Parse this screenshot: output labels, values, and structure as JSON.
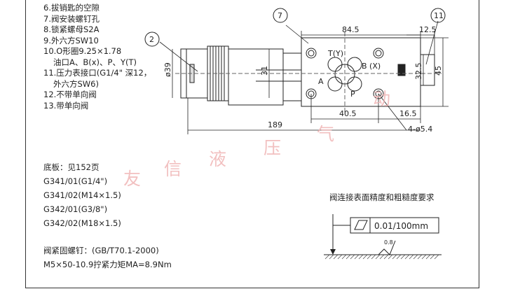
{
  "legend": [
    "6.拔销匙的空隙",
    "7.阀安装螺钉孔",
    "8.锁紧螺母S2A",
    "9.外六方SW10",
    "10.O形圈9.25×1.78",
    "油口A、B(x)、P、Y(T)",
    "11.压力表接口(G1/4\" 深12，",
    "外六方SW6)",
    "12.不带单向阀",
    "13.带单向阀"
  ],
  "baseplate": {
    "title": "底板：见152页",
    "items": [
      "G341/01(G1/4\")",
      "G341/02(M14×1.5)",
      "G342/01(G3/8\")",
      "G342/02(M18×1.5)"
    ]
  },
  "fastener": {
    "title": "阀紧固螺钉：(GB/T70.1-2000)",
    "spec": "M5×50-10.9拧紧力矩MA=8.9Nm"
  },
  "surface": {
    "title": "阀连接表面精度和粗糙度要求",
    "flatness": "0.01/100mm",
    "roughness": "0.8"
  },
  "drawing": {
    "callouts": [
      "7",
      "11",
      "2"
    ],
    "dims": {
      "d845": "84.5",
      "d125": "12.5",
      "d39": "ø39",
      "d31": "31",
      "d325": "32.5",
      "d45": "45",
      "d405": "40.5",
      "d165": "16.5",
      "d189": "189",
      "holes": "4-ø5.4"
    },
    "ports": [
      "T(Y)",
      "B (X)",
      "A",
      "P"
    ]
  },
  "watermark": [
    "友",
    "信",
    "液",
    "压",
    "气",
    "动"
  ]
}
